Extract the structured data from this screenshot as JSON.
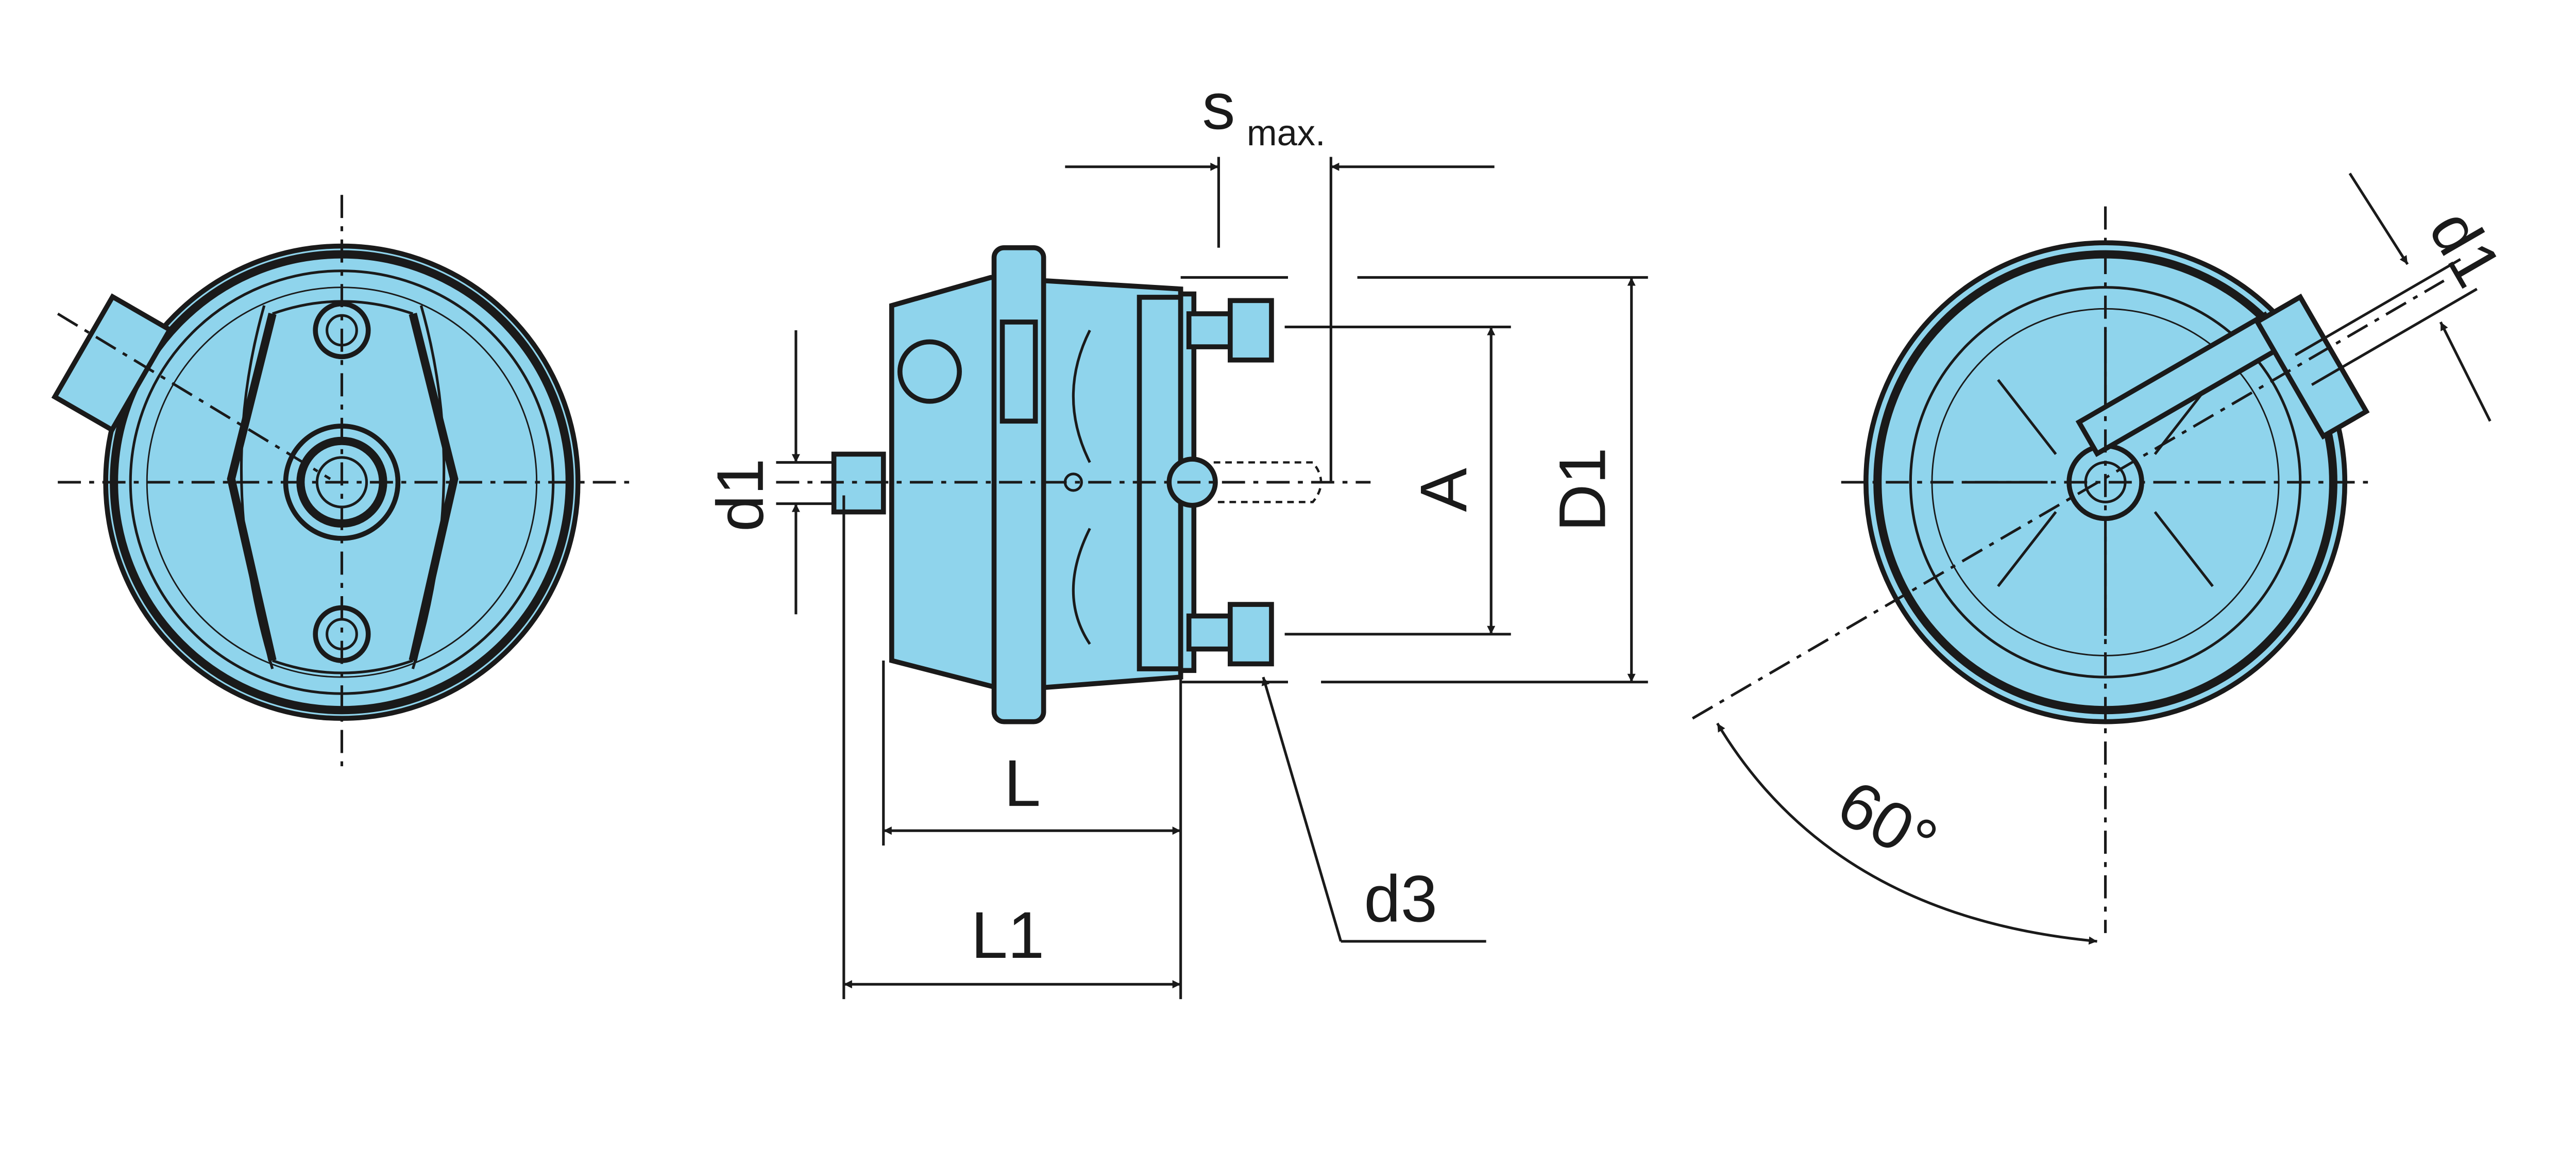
{
  "title": "Brake chamber dimension drawing",
  "labels": {
    "s_max_main": "s",
    "s_max_sub": "max.",
    "d1_left": "d1",
    "A": "A",
    "D1": "D1",
    "L": "L",
    "L1": "L1",
    "d3": "d3",
    "angle": "60°",
    "d1_right": "d1"
  },
  "colors": {
    "body": "#8fd4ec",
    "line": "#1a1a1a"
  }
}
